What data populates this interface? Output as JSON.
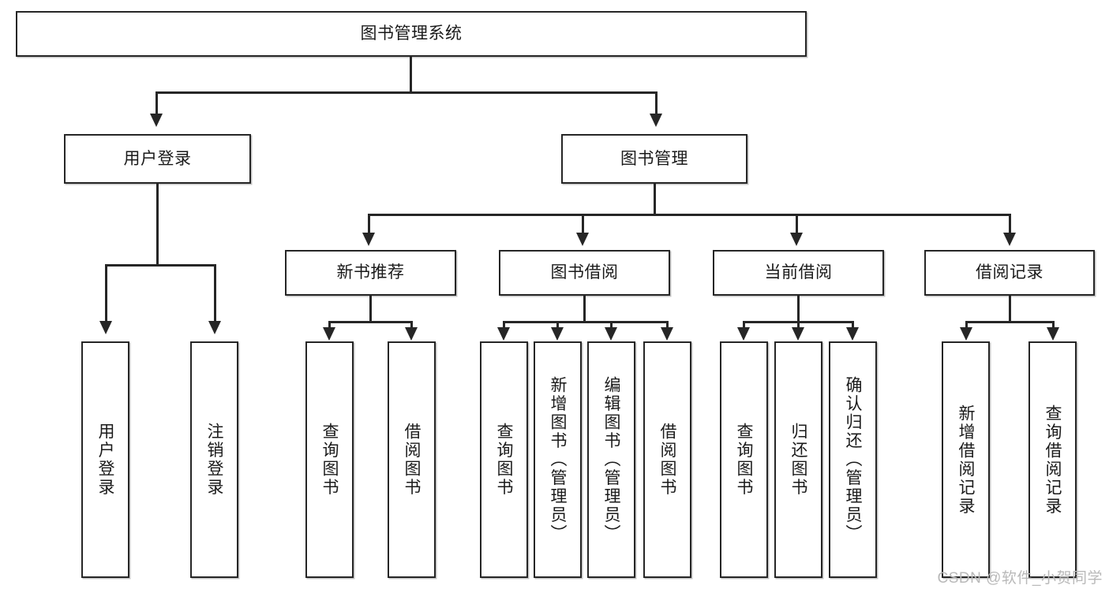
{
  "diagram": {
    "type": "tree-hierarchy-flowchart",
    "title": "图书管理系统",
    "watermark": "CSDN @软件_小贺同学",
    "colors": {
      "stroke": "#262626",
      "fill": "#ffffff",
      "text": "#1a1a1a",
      "watermark": "#b9b9b9"
    },
    "levels": {
      "root": {
        "label": "图书管理系统"
      },
      "level2": [
        {
          "label": "用户登录"
        },
        {
          "label": "图书管理"
        }
      ],
      "level3": [
        {
          "label": "新书推荐"
        },
        {
          "label": "图书借阅"
        },
        {
          "label": "当前借阅"
        },
        {
          "label": "借阅记录"
        }
      ],
      "leaves": {
        "user_login": [
          {
            "label": "用户登录"
          },
          {
            "label": "注销登录"
          }
        ],
        "new_book_recommend": [
          {
            "label": "查询图书"
          },
          {
            "label": "借阅图书"
          }
        ],
        "book_borrow": [
          {
            "label": "查询图书"
          },
          {
            "label": "新增图书（管理员）"
          },
          {
            "label": "编辑图书（管理员）"
          },
          {
            "label": "借阅图书"
          }
        ],
        "current_borrow": [
          {
            "label": "查询图书"
          },
          {
            "label": "归还图书"
          },
          {
            "label": "确认归还（管理员）"
          }
        ],
        "borrow_record": [
          {
            "label": "新增借阅记录"
          },
          {
            "label": "查询借阅记录"
          }
        ]
      }
    }
  }
}
